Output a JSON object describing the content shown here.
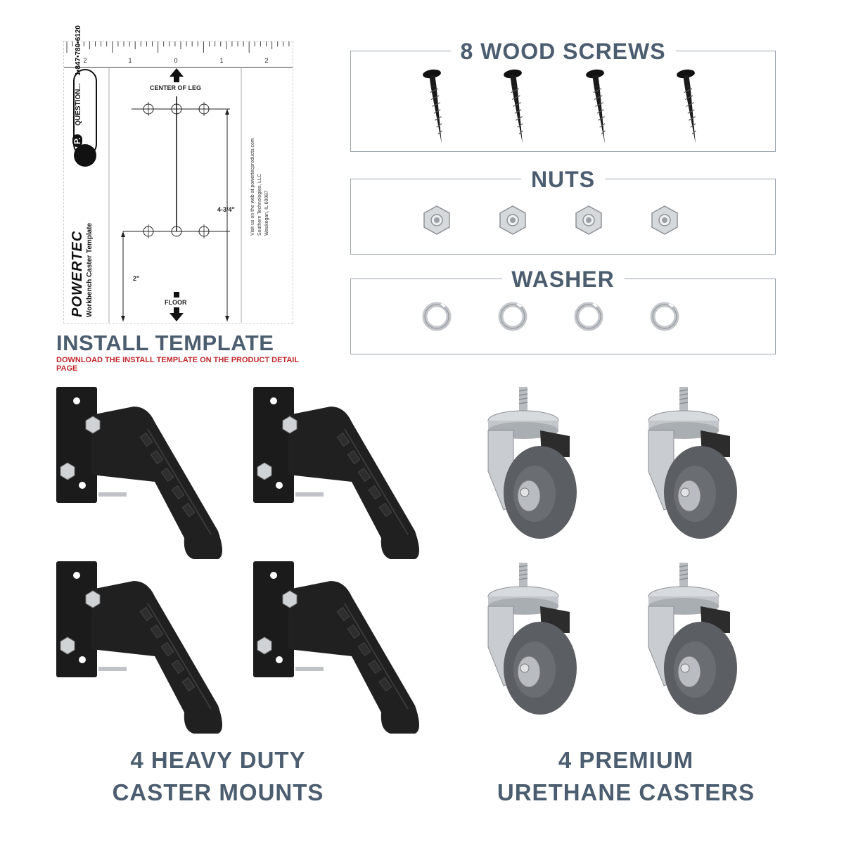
{
  "template": {
    "ruler_numbers": [
      "2",
      "1",
      "0",
      "1",
      "2"
    ],
    "center_label": "CENTER OF LEG",
    "floor_label": "FLOOR",
    "dim_long": "4-3/4\"",
    "dim_short": "2\"",
    "question_label": "QUESTION...",
    "phone": "1•847•780•6120",
    "brand": "POWERTEC",
    "product": "Workbench Caster Template",
    "web_line": "Visit us on the web at powertecproducts.com",
    "company": "Southern Technologies, LLC",
    "address": "Waukegan, IL 60087"
  },
  "install": {
    "title": "INSTALL TEMPLATE",
    "subtitle": "DOWNLOAD THE INSTALL TEMPLATE ON THE PRODUCT DETAIL PAGE"
  },
  "sections": {
    "screws": {
      "title": "8 WOOD SCREWS"
    },
    "nuts": {
      "title": "NUTS"
    },
    "washer": {
      "title": "WASHER"
    }
  },
  "captions": {
    "mounts_line1": "4 HEAVY DUTY",
    "mounts_line2": "CASTER MOUNTS",
    "casters_line1": "4 PREMIUM",
    "casters_line2": "URETHANE CASTERS"
  },
  "colors": {
    "heading": "#4b5d6e",
    "accent_red": "#c0282d",
    "metal": "#c9ccd0",
    "rubber": "#5b5e63",
    "black_part": "#1b1b1b"
  }
}
